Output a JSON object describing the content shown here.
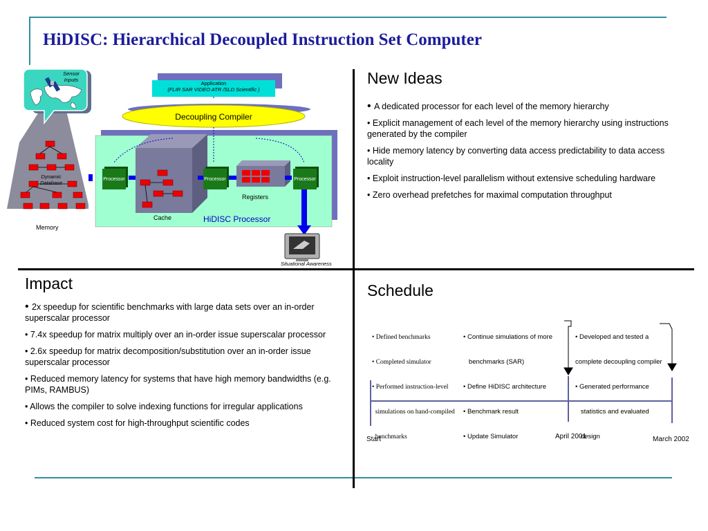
{
  "title": "HiDISC: Hierarchical Decoupled Instruction Set Computer",
  "colors": {
    "title": "#1c1c9c",
    "rule": "#2f8fa3",
    "processor": "#1a7a1a",
    "panel": "#a0ffd0",
    "compiler": "#ffff00",
    "memory_block": "#ee0000"
  },
  "diagram": {
    "sensor_label": "Sensor Inputs",
    "application_title": "Application",
    "application_subtitle": "(FLIR SAR VIDEO ATR /SLD Scientific )",
    "compiler": "Decoupling Compiler",
    "processor": "Processor",
    "registers": "Registers",
    "cache": "Cache",
    "hidisc_processor": "HiDISC Processor",
    "dynamic_database": "Dynamic Database",
    "memory": "Memory",
    "situational_awareness": "Situational Awareness",
    "icons": [
      "satellite-icon",
      "world-map-icon",
      "monitor-icon"
    ]
  },
  "new_ideas": {
    "heading": "New Ideas",
    "bullets": [
      "A dedicated processor for each level of the memory    hierarchy",
      "Explicit management of each level of the memory hierarchy using   instructions generated by the compiler",
      "Hide memory latency by converting data access    predictability to data access locality",
      "Exploit instruction-level parallelism without extensive   scheduling hardware",
      "Zero overhead prefetches for maximal computation   throughput"
    ]
  },
  "impact": {
    "heading": "Impact",
    "bullets": [
      "2x speedup for scientific benchmarks with large data sets   over an in-order superscalar processor",
      "7.4x speedup for matrix multiply over an in-order issue   superscalar processor",
      "2.6x speedup for matrix decomposition/substitution over an   in-order issue superscalar processor",
      "Reduced memory latency for systems that have high   memory bandwidths (e.g. PIMs, RAMBUS)",
      "Allows the compiler to solve indexing functions for irregular   applications",
      "Reduced system cost for high-throughput scientific codes"
    ]
  },
  "schedule": {
    "heading": "Schedule",
    "col1": [
      "• Defined benchmarks",
      "• Completed simulator",
      "• Performed instruction-level",
      "  simulations on hand-compiled",
      "  benchmarks"
    ],
    "col2": [
      "• Continue simulations of more",
      "   benchmarks (SAR)",
      "• Define HiDISC architecture",
      "• Benchmark result",
      "• Update Simulator"
    ],
    "col3": [
      "• Developed and tested a",
      "complete decoupling compiler",
      "• Generated performance",
      "   statistics and evaluated",
      "   design"
    ],
    "start": "Start",
    "mid": "April 2001",
    "end": "March 2002"
  }
}
